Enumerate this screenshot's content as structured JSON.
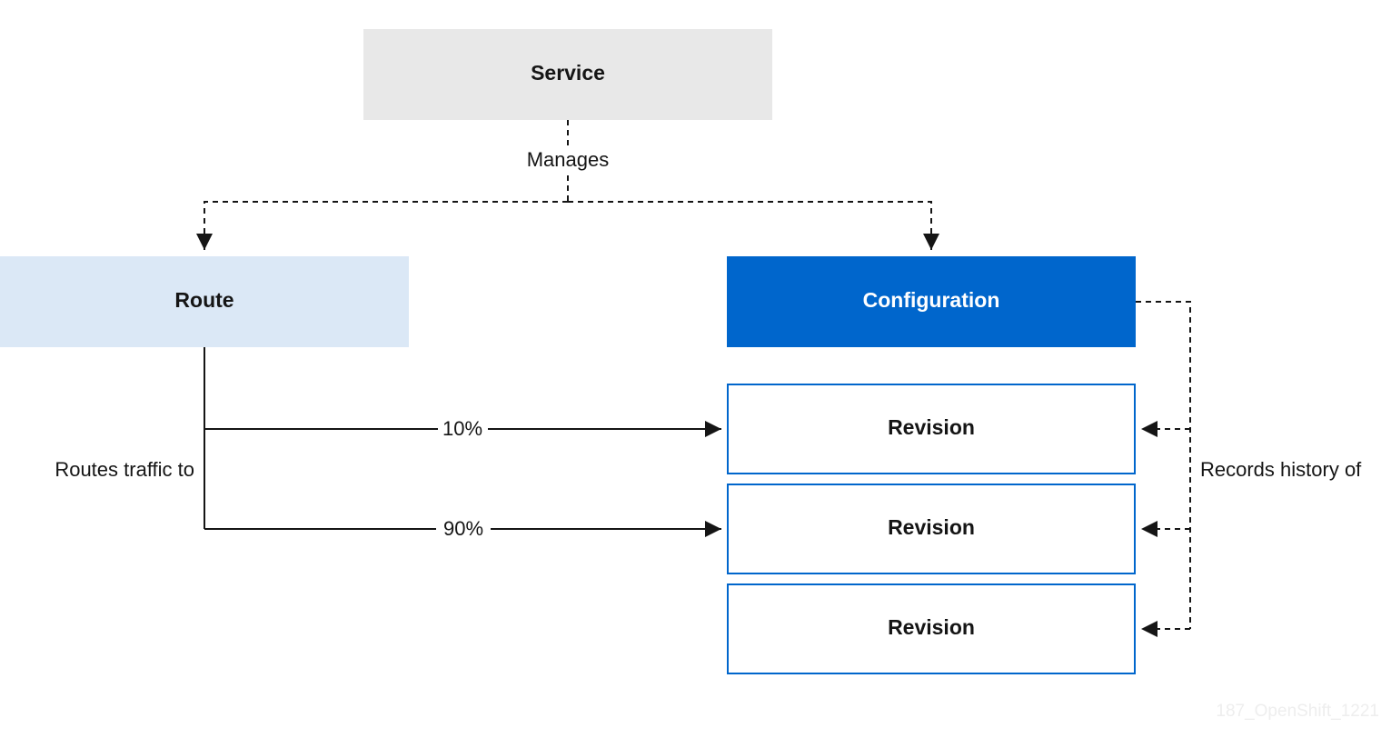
{
  "colors": {
    "service_fill": "#e8e8e8",
    "route_fill": "#dbe8f6",
    "configuration_fill": "#0066cc",
    "revision_border": "#0066cc",
    "text_dark": "#151515",
    "text_light": "#ffffff",
    "watermark": "#eeeeee"
  },
  "nodes": {
    "service": "Service",
    "route": "Route",
    "configuration": "Configuration",
    "revisions": [
      "Revision",
      "Revision",
      "Revision"
    ]
  },
  "edges": {
    "manages": "Manages",
    "routes_traffic_to": "Routes traffic to",
    "records_history_of": "Records history of",
    "traffic_split": [
      "10%",
      "90%"
    ]
  },
  "watermark": "187_OpenShift_1221"
}
